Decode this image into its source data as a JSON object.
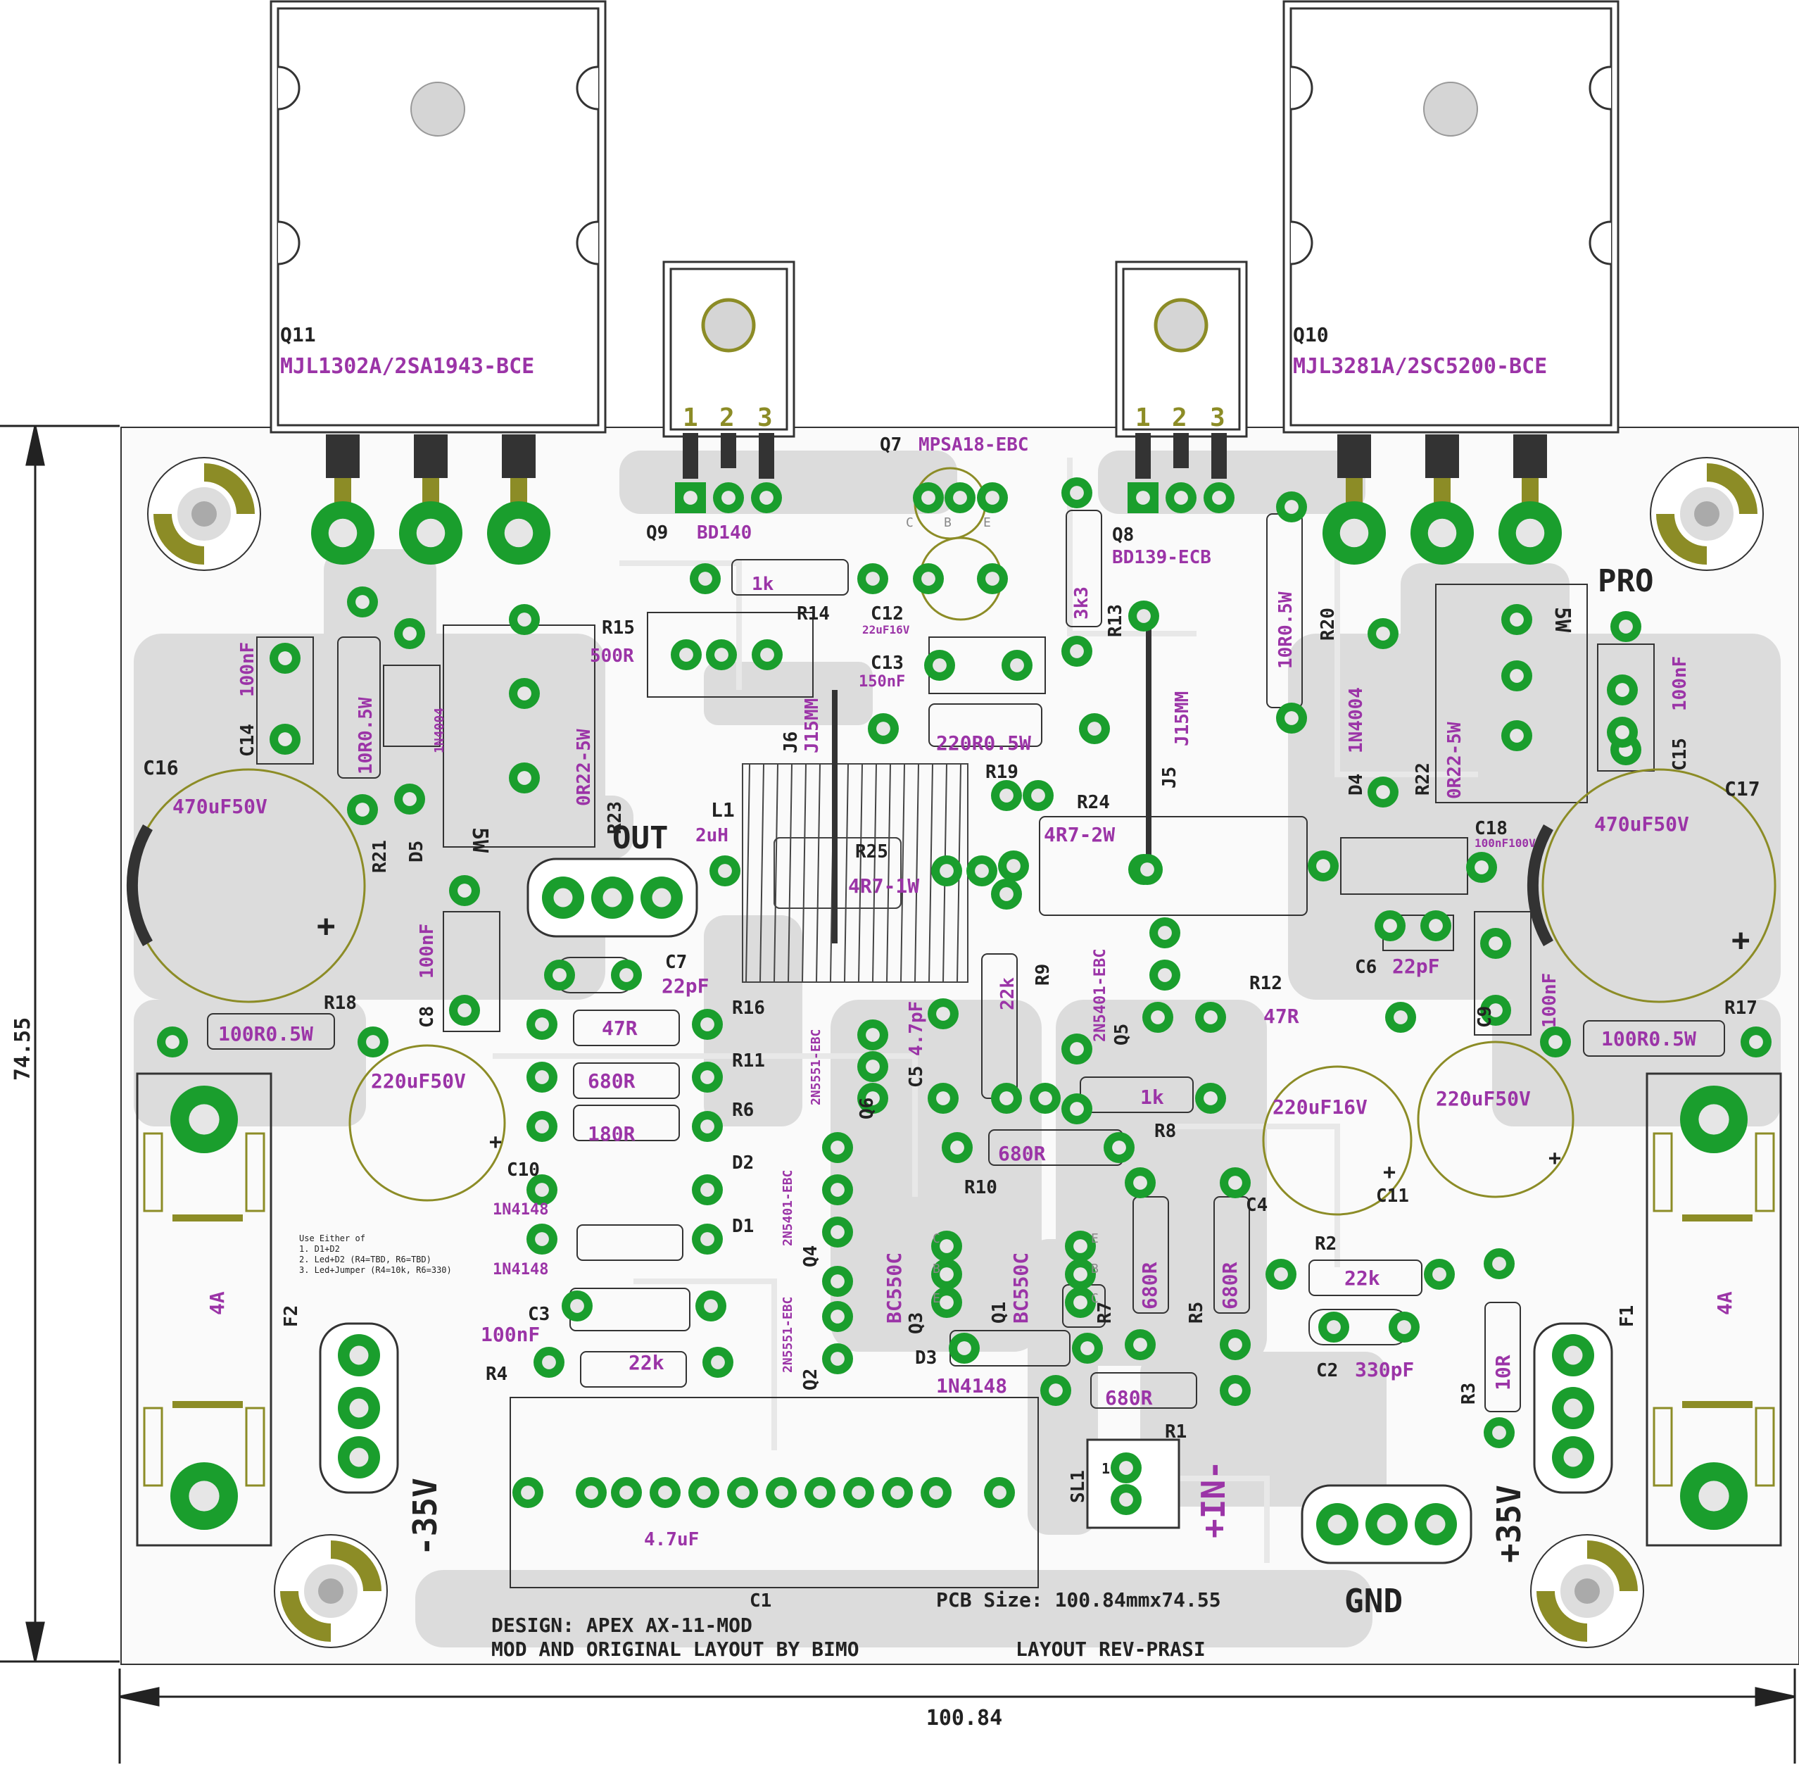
{
  "dimensions": {
    "width_label": "100.84",
    "height_label": "74.55"
  },
  "colors": {
    "board": "#f4f4f4",
    "trace": "#d9d9d9",
    "pad": "#1a9e2d",
    "silk": "#9b34a7",
    "outline": "#2b2b2b",
    "copper_yellow": "#8c8c26",
    "hole": "#d0d0d0"
  },
  "power_transistors": [
    {
      "ref": "Q11",
      "value": "MJL1302A/2SA1943-BCE"
    },
    {
      "ref": "Q10",
      "value": "MJL3281A/2SC5200-BCE"
    }
  ],
  "drivers": [
    {
      "ref": "Q9",
      "value": "BD140",
      "pins": [
        "1",
        "2",
        "3"
      ]
    },
    {
      "ref": "Q8",
      "value": "BD139-ECB",
      "pins": [
        "1",
        "2",
        "3"
      ]
    }
  ],
  "labels": {
    "q7": "Q7",
    "q7_value": "MPSA18-EBC",
    "q7_pins": [
      "C",
      "B",
      "E"
    ],
    "r14_val": "1k",
    "r14": "R14",
    "c12": "C12",
    "c12_val": "22uF16V",
    "r15": "R15",
    "r15_val": "500R",
    "c13": "C13",
    "c13_val": "150nF",
    "r13_val": "3k3",
    "r13": "R13",
    "r20_val": "10R0.5W",
    "r20": "R20",
    "pro": "PRO",
    "c14": "C14",
    "c14_val": "100nF",
    "r21_val": "10R0.5W",
    "r21": "R21",
    "d5": "D5",
    "d5_val": "1N4004",
    "r23": "R23",
    "r23_val": "0R22-5W",
    "r23_w": "5W",
    "j6": "J6",
    "j6_val": "J15MM",
    "j5": "J5",
    "j5_val": "J15MM",
    "r19_val": "220R0.5W",
    "r19": "R19",
    "d4": "D4",
    "d4_val": "1N4004",
    "r22": "R22",
    "r22_val": "0R22-5W",
    "r22_w": "5W",
    "c15": "C15",
    "c15_val": "100nF",
    "c16": "C16",
    "c16_val": "470uF50V",
    "c17": "C17",
    "c17_val": "470uF50V",
    "out": "OUT",
    "l1": "L1",
    "l1_val": "2uH",
    "r25": "R25",
    "r25_val": "4R7-1W",
    "r24": "R24",
    "r24_val": "4R7-2W",
    "c18": "C18",
    "c18_val": "100nF100V",
    "c8": "C8",
    "c8_val": "100nF",
    "c7": "C7",
    "c7_val": "22pF",
    "c6": "C6",
    "c6_val": "22pF",
    "c9": "C9",
    "c9_val": "100nF",
    "r9": "R9",
    "r9_val": "22k",
    "q5": "Q5",
    "q5_val": "2N5401-EBC",
    "r12": "R12",
    "r12_val": "47R",
    "r18": "R18",
    "r18_val": "100R0.5W",
    "r17": "R17",
    "r17_val": "100R0.5W",
    "r16": "R16",
    "r16_val": "47R",
    "r11": "R11",
    "r11_val": "680R",
    "r6": "R6",
    "r6_val": "180R",
    "c5": "C5",
    "c5_val": "4.7pF",
    "q6": "Q6",
    "q6_val": "2N5551-EBC",
    "r8": "R8",
    "r8_val": "1k",
    "r10": "R10",
    "r10_val": "680R",
    "c10": "C10",
    "c10_val": "220uF50V",
    "c11": "C11",
    "c11_val": "220uF16V",
    "c_right_val": "220uF50V",
    "d2": "D2",
    "d2_val": "1N4148",
    "d1": "D1",
    "d1_val": "1N4148",
    "q4": "Q4",
    "q4_val": "2N5401-EBC",
    "q3": "Q3",
    "q3_val": "BC550C",
    "q3_pins": [
      "C",
      "B",
      "E"
    ],
    "q1": "Q1",
    "q1_val": "BC550C",
    "q1_pins": [
      "E",
      "B",
      "C"
    ],
    "r7": "R7",
    "r7_val": "680R",
    "r5": "R5",
    "r5_val": "680R",
    "c4": "C4",
    "r2": "R2",
    "r2_val": "22k",
    "c2": "C2",
    "c2_val": "330pF",
    "r3": "R3",
    "r3_val": "10R",
    "c3": "C3",
    "c3_val": "100nF",
    "r4": "R4",
    "r4_val": "22k",
    "q2": "Q2",
    "q2_val": "2N5551-EBC",
    "d3": "D3",
    "d3_val": "1N4148",
    "r1": "R1",
    "r1_val": "680R",
    "sl1": "SL1",
    "sl1_pin": "1",
    "in": "+IN-",
    "f1": "F1",
    "f1_val": "4A",
    "f2": "F2",
    "f2_val": "4A",
    "neg": "-35V",
    "pos": "+35V",
    "gnd": "GND",
    "c1": "C1",
    "c1_val": "4.7uF",
    "pcb_size": "PCB Size: 100.84mmx74.55",
    "design": "DESIGN: APEX AX-11-MOD",
    "mod": "MOD AND ORIGINAL LAYOUT BY BIMO",
    "rev": "LAYOUT REV-PRASI",
    "note": [
      "Use Either of",
      "1. D1+D2",
      "2. Led+D2 (R4=TBD, R6=TBD)",
      "3. Led+Jumper (R4=10k, R6=330)"
    ]
  }
}
